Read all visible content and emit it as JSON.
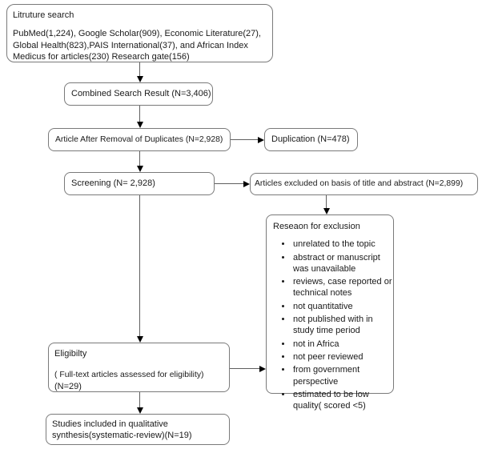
{
  "colors": {
    "background": "#ffffff",
    "box_border": "#7a7a7a",
    "connector_line": "#5f5f5f",
    "arrowhead": "#000000",
    "text": "#1a1a1a"
  },
  "diagram": {
    "literature_search": {
      "title": "Litruture search",
      "body": "PubMed(1,224), Google Scholar(909), Economic Literature(27), Global Health(823),PAIS International(37), and African Index Medicus for articles(230) Research gate(156)"
    },
    "combined": {
      "label": "Combined Search Result (N=3,406)"
    },
    "after_duplicates": {
      "label": "Article After Removal of Duplicates (N=2,928)"
    },
    "duplication": {
      "label": "Duplication (N=478)"
    },
    "screening": {
      "label": "Screening (N= 2,928)"
    },
    "excluded_title_abstract": {
      "label": "Articles excluded on basis of title and abstract (N=2,899)"
    },
    "exclusion_reasons": {
      "title": "Reseaon for exclusion",
      "bullets": [
        "unrelated to the topic",
        "abstract or manuscript was unavailable",
        "reviews, case reported or technical notes",
        "not quantitative",
        "not published with in study time period",
        "not in Africa",
        "not peer reviewed",
        "from government perspective",
        "estimated to be low quality( scored <5)"
      ]
    },
    "eligibility": {
      "title": "Eligibilty",
      "subtitle": "( Full-text articles assessed for eligibility)",
      "count": "(N=29)"
    },
    "included": {
      "label": "Studies included in qualitative synthesis(systematic-review)(N=19)"
    }
  }
}
